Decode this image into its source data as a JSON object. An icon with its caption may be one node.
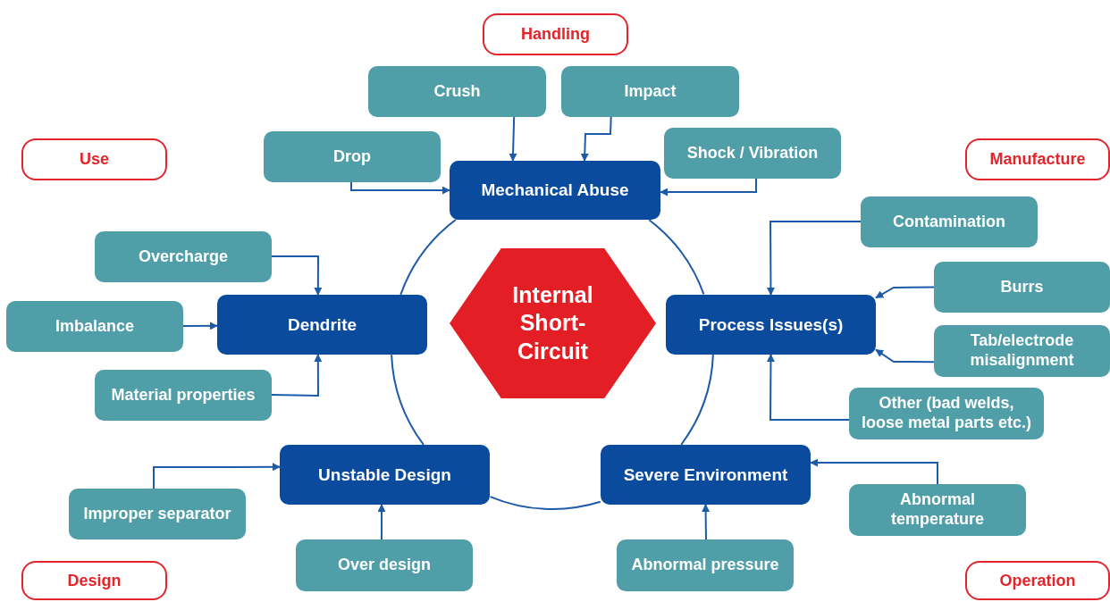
{
  "diagram": {
    "nodes": [
      {
        "text": [
          "Handling"
        ]
      },
      {
        "text": [
          "Crush"
        ]
      },
      {
        "text": [
          "Impact"
        ]
      },
      {
        "text": [
          "Use"
        ]
      },
      {
        "text": [
          "Drop"
        ]
      },
      {
        "text": [
          "Mechanical Abuse"
        ]
      },
      {
        "text": [
          "Shock / Vibration"
        ]
      },
      {
        "text": [
          "Manufacture"
        ]
      },
      {
        "text": [
          "Overcharge"
        ]
      },
      {
        "text": [
          "Contamination"
        ]
      },
      {
        "text": [
          "Internal Short-Circuit"
        ]
      },
      {
        "text": [
          "Imbalance"
        ]
      },
      {
        "text": [
          "Dendrite"
        ]
      },
      {
        "text": [
          "Process Issues(s)"
        ]
      },
      {
        "text": [
          "Burrs"
        ]
      },
      {
        "text": [
          "Tab/electrode misalignment"
        ]
      },
      {
        "text": [
          "Material properties"
        ]
      },
      {
        "text": [
          "Other (bad welds, loose metal parts etc.)"
        ]
      },
      {
        "text": [
          "Unstable Design"
        ]
      },
      {
        "text": [
          "Severe Environment"
        ]
      },
      {
        "text": [
          "Abnormal temperature"
        ]
      },
      {
        "text": [
          "Improper separator"
        ]
      },
      {
        "text": [
          "Over design"
        ]
      },
      {
        "text": [
          "Abnormal pressure"
        ]
      },
      {
        "text": [
          "Design"
        ]
      },
      {
        "text": [
          "Operation"
        ]
      }
    ],
    "edges": [
      {
        "from": 1,
        "to": 5,
        "arrow": "to"
      },
      {
        "from": 2,
        "to": 5,
        "arrow": "to"
      },
      {
        "from": 4,
        "to": 5,
        "arrow": "to"
      },
      {
        "from": 6,
        "to": 5,
        "arrow": "to"
      },
      {
        "from": 8,
        "to": 12,
        "arrow": "to"
      },
      {
        "from": 11,
        "to": 12,
        "arrow": "to"
      },
      {
        "from": 16,
        "to": 12,
        "arrow": "to"
      },
      {
        "from": 9,
        "to": 13,
        "arrow": "to"
      },
      {
        "from": 14,
        "to": 13,
        "arrow": "to"
      },
      {
        "from": 15,
        "to": 13,
        "arrow": "to"
      },
      {
        "from": 17,
        "to": 13,
        "arrow": "to"
      },
      {
        "from": 20,
        "to": 19,
        "arrow": "to"
      },
      {
        "from": 23,
        "to": 19,
        "arrow": "to"
      },
      {
        "from": 21,
        "to": 18,
        "arrow": "to"
      },
      {
        "from": 22,
        "to": 18,
        "arrow": "to"
      },
      {
        "from": 5,
        "to": 13,
        "arrow": "none"
      },
      {
        "from": 13,
        "to": 19,
        "arrow": "none"
      },
      {
        "from": 19,
        "to": 18,
        "arrow": "none"
      },
      {
        "from": 18,
        "to": 12,
        "arrow": "none"
      },
      {
        "from": 12,
        "to": 5,
        "arrow": "none"
      }
    ]
  }
}
